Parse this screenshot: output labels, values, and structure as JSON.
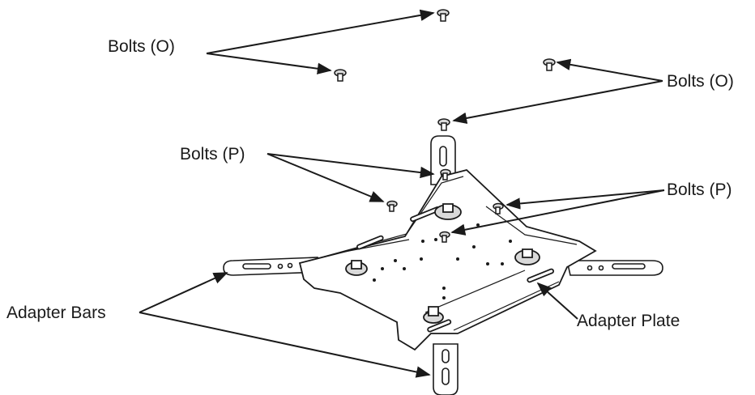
{
  "labels": {
    "bolts_o": "Bolts (O)",
    "bolts_p": "Bolts (P)",
    "adapter_bars": "Adapter Bars",
    "adapter_plate": "Adapter Plate"
  },
  "colors": {
    "line": "#1a1a1a",
    "fill": "#ffffff",
    "shade": "#d9d9d9"
  }
}
